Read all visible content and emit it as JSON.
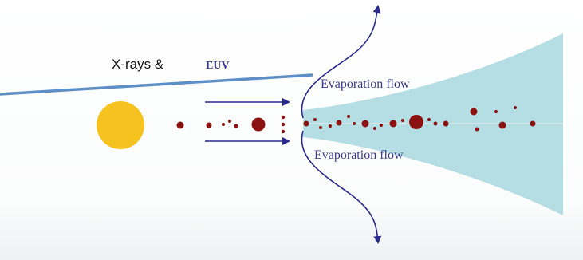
{
  "labels": {
    "xrays": "X-rays &",
    "euv": "EUV",
    "evap_top": "Evaporation flow",
    "evap_bottom": "Evaporation flow"
  },
  "colors": {
    "star": "#f6c21f",
    "particles": "#8c1212",
    "tail": "#b5dde4",
    "arrows": "#2a2a8c",
    "pointer_line": "#5d8fc6"
  }
}
